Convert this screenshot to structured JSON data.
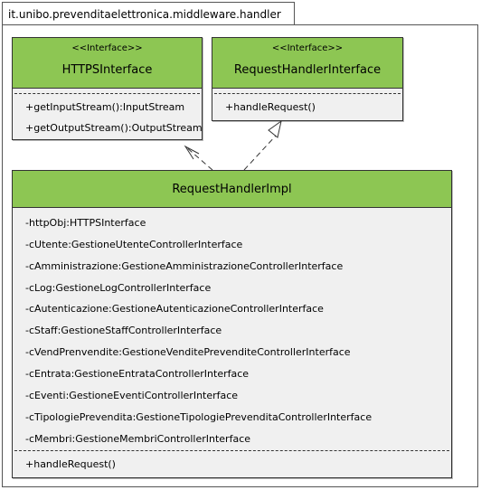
{
  "package": {
    "name": "it.unibo.prevenditaelettronica.middleware.handler"
  },
  "https_interface": {
    "stereotype": "<<Interface>>",
    "name": "HTTPSInterface",
    "operations": [
      "+getInputStream():InputStream",
      "+getOutputStream():OutputStream"
    ]
  },
  "request_handler_interface": {
    "stereotype": "<<Interface>>",
    "name": "RequestHandlerInterface",
    "operations": [
      "+handleRequest()"
    ]
  },
  "request_handler_impl": {
    "name": "RequestHandlerImpl",
    "attributes": [
      "-httpObj:HTTPSInterface",
      "-cUtente:GestioneUtenteControllerInterface",
      "-cAmministrazione:GestioneAmministrazioneControllerInterface",
      "-cLog:GestioneLogControllerInterface",
      "-cAutenticazione:GestioneAutenticazioneControllerInterface",
      "-cStaff:GestioneStaffControllerInterface",
      "-cVendPrenvendite:GestioneVenditePrevenditeControllerInterface",
      "-cEntrata:GestioneEntrataControllerInterface",
      "-cEventi:GestioneEventiControllerInterface",
      "-cTipologiePrevendita:GestioneTipologiePrevenditaControllerInterface",
      "-cMembri:GestioneMembriControllerInterface"
    ],
    "operations": [
      "+handleRequest()"
    ]
  },
  "colors": {
    "class_header": "#8dc653",
    "class_body": "#f0f0f0",
    "border": "#333333"
  }
}
